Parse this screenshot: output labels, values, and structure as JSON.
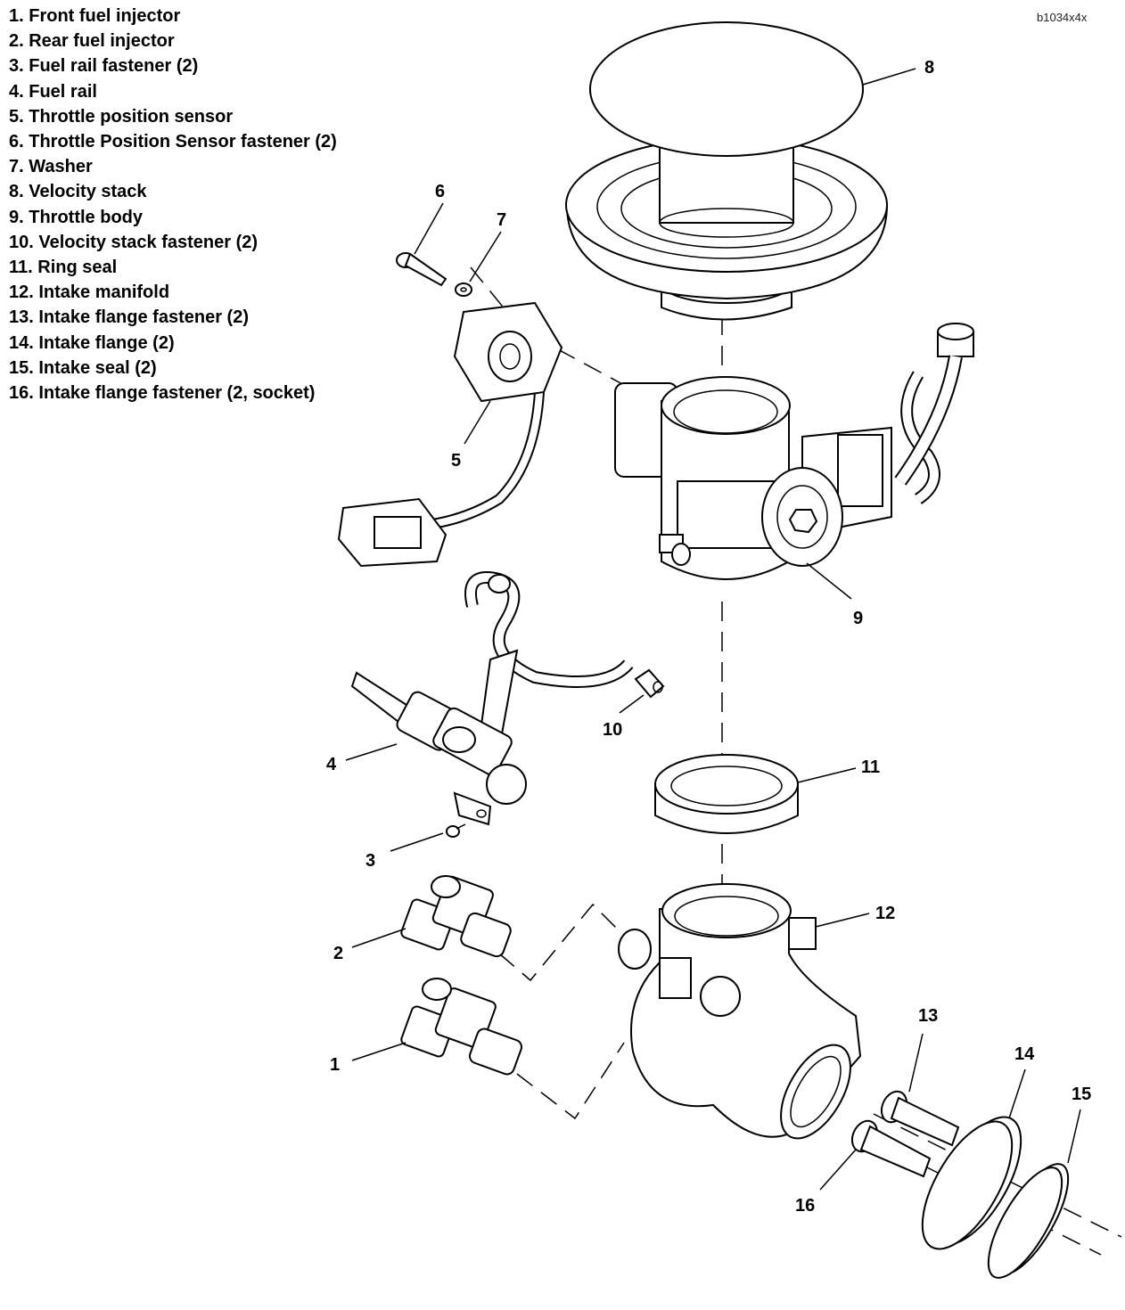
{
  "figure_id": "b1034x4x",
  "legend": [
    {
      "number": "1",
      "text": "1. Front fuel injector"
    },
    {
      "number": "2",
      "text": "2. Rear fuel injector"
    },
    {
      "number": "3",
      "text": "3. Fuel rail fastener (2)"
    },
    {
      "number": "4",
      "text": "4. Fuel rail"
    },
    {
      "number": "5",
      "text": "5. Throttle position sensor"
    },
    {
      "number": "6",
      "text": "6. Throttle Position Sensor fastener (2)"
    },
    {
      "number": "7",
      "text": "7. Washer"
    },
    {
      "number": "8",
      "text": "8. Velocity stack"
    },
    {
      "number": "9",
      "text": "9. Throttle body"
    },
    {
      "number": "10",
      "text": "10. Velocity stack fastener (2)"
    },
    {
      "number": "11",
      "text": "11. Ring seal"
    },
    {
      "number": "12",
      "text": "12. Intake manifold"
    },
    {
      "number": "13",
      "text": "13. Intake flange fastener (2)"
    },
    {
      "number": "14",
      "text": "14. Intake flange (2)"
    },
    {
      "number": "15",
      "text": "15. Intake seal (2)"
    },
    {
      "number": "16",
      "text": "16. Intake flange fastener (2, socket)"
    }
  ],
  "callouts": {
    "c1": "1",
    "c2": "2",
    "c3": "3",
    "c4": "4",
    "c5": "5",
    "c6": "6",
    "c7": "7",
    "c8": "8",
    "c9": "9",
    "c10": "10",
    "c11": "11",
    "c12": "12",
    "c13": "13",
    "c14": "14",
    "c15": "15",
    "c16": "16"
  }
}
